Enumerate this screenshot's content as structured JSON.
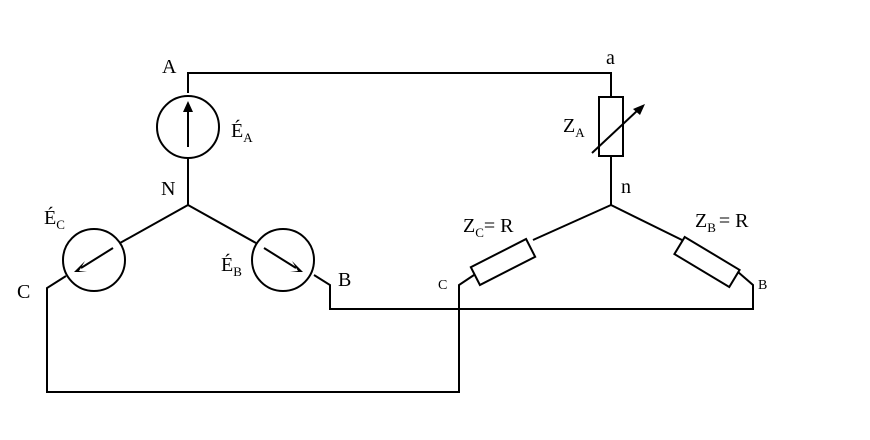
{
  "nodes": {
    "source_a": "A",
    "source_b": "B",
    "source_c": "C",
    "source_neutral": "N",
    "load_a": "a",
    "load_b": "B",
    "load_c": "C",
    "load_neutral": "n"
  },
  "sources": {
    "ea": {
      "main": "É",
      "sub": "A"
    },
    "eb": {
      "main": "É",
      "sub": "B"
    },
    "ec": {
      "main": "É",
      "sub": "C"
    }
  },
  "impedances": {
    "za": {
      "main": "Z",
      "sub": "A",
      "suffix": ""
    },
    "zb": {
      "main": "Z",
      "sub": "B",
      "suffix": "= R"
    },
    "zc": {
      "main": "Z",
      "sub": "C",
      "suffix": "= R"
    }
  }
}
